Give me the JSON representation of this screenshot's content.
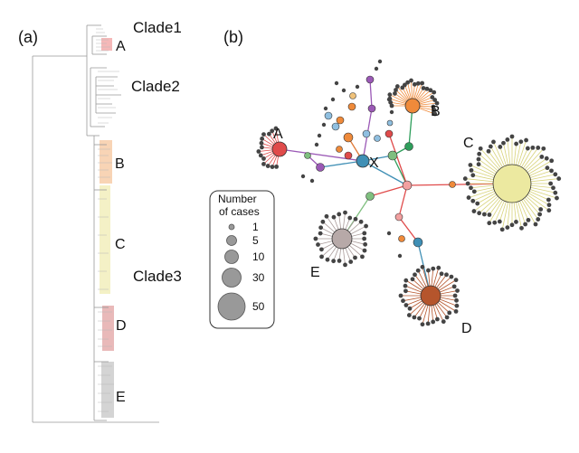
{
  "panel_a": {
    "label": "(a)",
    "clades": [
      "Clade1",
      "Clade2",
      "Clade3"
    ],
    "groups": [
      "A",
      "B",
      "C",
      "D",
      "E"
    ],
    "group_colors": {
      "A": "#f4b0b0",
      "B": "#f6c9a2",
      "C": "#f3f0c0",
      "D": "#e7b1b1",
      "E": "#cfcfcf"
    }
  },
  "panel_b": {
    "label": "(b)",
    "groups": [
      "A",
      "B",
      "C",
      "D",
      "E"
    ],
    "hub_label": "X",
    "group_colors": {
      "A": "#e04b4b",
      "B": "#ef8a3a",
      "C": "#ece9a0",
      "D": "#b5552c",
      "E": "#b7a9a8",
      "X": "#3f8fb5"
    }
  },
  "legend": {
    "title_line1": "Number",
    "title_line2": "of cases",
    "entries": [
      "1",
      "5",
      "10",
      "30",
      "50"
    ]
  }
}
